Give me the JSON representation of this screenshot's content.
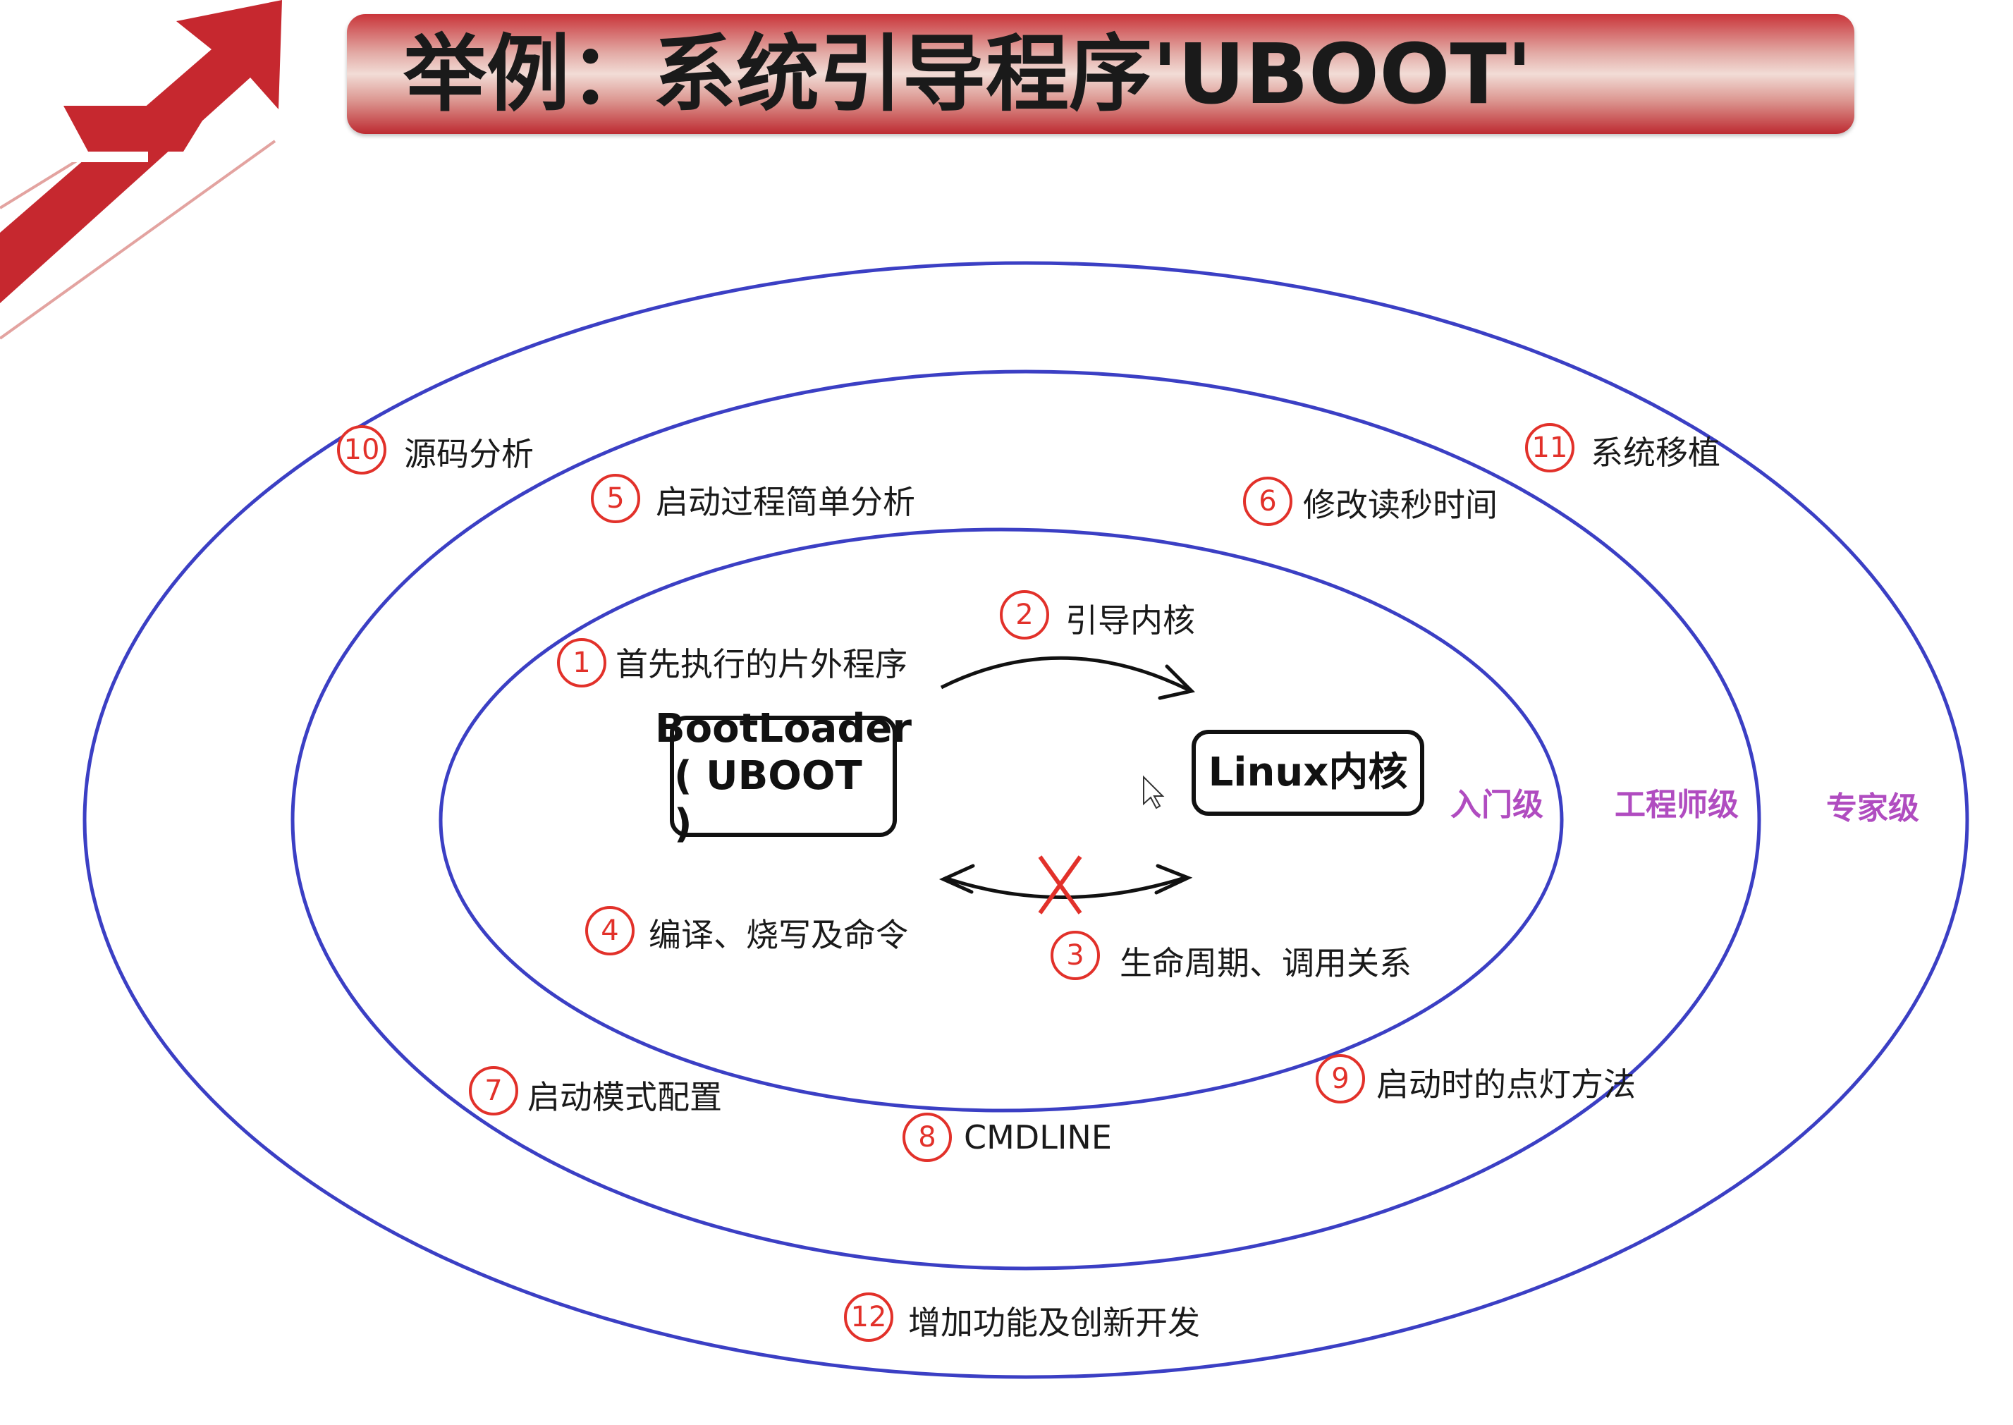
{
  "title": "举例：系统引导程序'UBOOT'",
  "boxes": {
    "bootloader": {
      "line1": "BootLoader",
      "line2": "( UBOOT )"
    },
    "kernel": {
      "label": "Linux内核"
    }
  },
  "levels": [
    {
      "label": "入门级"
    },
    {
      "label": "工程师级"
    },
    {
      "label": "专家级"
    }
  ],
  "items": [
    {
      "num": "1",
      "label": "首先执行的片外程序"
    },
    {
      "num": "2",
      "label": "引导内核"
    },
    {
      "num": "3",
      "label": "生命周期、调用关系"
    },
    {
      "num": "4",
      "label": "编译、烧写及命令"
    },
    {
      "num": "5",
      "label": "启动过程简单分析"
    },
    {
      "num": "6",
      "label": "修改读秒时间"
    },
    {
      "num": "7",
      "label": "启动模式配置"
    },
    {
      "num": "8",
      "label": "CMDLINE"
    },
    {
      "num": "9",
      "label": "启动时的点灯方法"
    },
    {
      "num": "10",
      "label": "源码分析"
    },
    {
      "num": "11",
      "label": "系统移植"
    },
    {
      "num": "12",
      "label": "增加功能及创新开发"
    }
  ],
  "colors": {
    "ring": "#3b3fc4",
    "accent_red": "#e2312a",
    "level_purple": "#b04cc0",
    "title_red": "#c9353a"
  }
}
